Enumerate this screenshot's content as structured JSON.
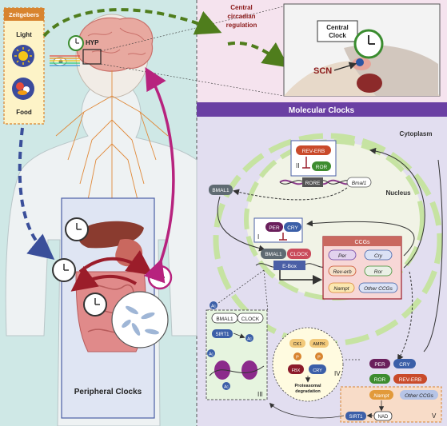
{
  "zeitgebers": {
    "title": "Zeitgebers",
    "light": "Light",
    "food": "Food"
  },
  "body_panel": {
    "hyp": "HYP",
    "peripheral": "Peripheral Clocks"
  },
  "central_regulation": {
    "line1": "Central",
    "line2": "circadian",
    "line3": "regulation"
  },
  "scn_panel": {
    "central_clock_1": "Central",
    "central_clock_2": "Clock",
    "scn": "SCN"
  },
  "molecular": {
    "header": "Molecular Clocks",
    "cytoplasm": "Cytoplasm",
    "nucleus": "Nucleus",
    "bmal1": "BMAL1",
    "loop_ii": {
      "numeral": "II",
      "rev_erb": "REV-ERB",
      "ror": "ROR",
      "rore": "RORE",
      "bmal1_gene": "Bmal1"
    },
    "loop_i": {
      "numeral": "I",
      "per": "PER",
      "cry": "CRY",
      "bmal1": "BMAL1",
      "clock": "CLOCK",
      "ebox": "E-Box"
    },
    "ccgs": {
      "title": "CCGs",
      "items": [
        "Per",
        "Cry",
        "Rev-erb",
        "Ror",
        "Nampt",
        "Other CCGs"
      ]
    },
    "panel_iii": {
      "numeral": "III",
      "ac": "Ac",
      "bmal1": "BMAL1",
      "clock": "CLOCK",
      "sirt1": "SIRT1"
    },
    "panel_iv": {
      "numeral": "IV",
      "ck1": "CK1",
      "ampk": "AMPK",
      "p": "P",
      "fbxl": "FBX",
      "cry": "CRY",
      "degradation_1": "Proteasomal",
      "degradation_2": "degradation"
    },
    "panel_v": {
      "numeral": "V",
      "per": "PER",
      "cry": "CRY",
      "ror": "ROR",
      "rev_erb": "REV-ERB",
      "nampt": "Nampt",
      "other": "Other CCGs",
      "sirt1": "SIRT1",
      "nad": "NAD"
    }
  },
  "colors": {
    "left_bg": "#cfe8e6",
    "top_right_bg": "#f5e3ee",
    "bottom_right_bg": "#e2def0",
    "header_purple": "#6a3fa3",
    "orange": "#d8842f",
    "green_dash": "#4f7d1c",
    "magenta": "#b7237e",
    "navy": "#3a4f9a",
    "cell_green": "#c6e3a2"
  }
}
